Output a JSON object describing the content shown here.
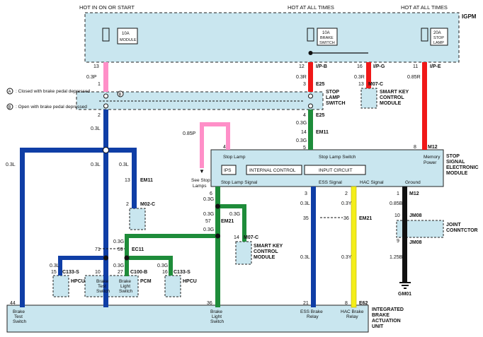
{
  "headers": {
    "hot_in_on": "HOT IN ON OR START",
    "hot_all_1": "HOT AT ALL TIMES",
    "hot_all_2": "HOT AT ALL TIMES"
  },
  "igpm": {
    "name": "IGPM",
    "fuse_module": {
      "amp": "10A",
      "name": "MODULE"
    },
    "fuse_brake": {
      "amp": "10A",
      "name1": "BRAKE",
      "name2": "SWITCH"
    },
    "fuse_stop": {
      "amp": "20A",
      "name1": "STOP",
      "name2": "LAMP"
    },
    "pin13": "13",
    "pin12": "12",
    "conn_ipb": "I/P-B",
    "pin16": "16",
    "conn_ipg": "I/P-G",
    "pin11": "11",
    "conn_ipe": "I/P-E"
  },
  "wires": {
    "w03p": "0.3P",
    "w03r_a": "0.3R",
    "w03r_b": "0.3R",
    "w085r": "0.85R",
    "w03l_1": "0.3L",
    "w03g_1": "0.3G",
    "w03g_2": "0.3G",
    "w085p": "0.85P",
    "w03l_left": "0.3L",
    "w03l_mid": "0.3L",
    "w03l_em11": "0.3L",
    "w03g_6": "0.3G",
    "w03g_7": "0.3G",
    "w03g_8": "0.3G",
    "w03g_9": "0.3G",
    "w03l_esc": "0.3L",
    "w03y_hac": "0.3Y",
    "w085b": "0.85B",
    "w03l_bot1": "0.3L",
    "w03g_bot1": "0.3G",
    "w03g_bot2": "0.3G",
    "w03g_col": "0.3G",
    "w03l_esc2": "0.3L",
    "w03y_hac2": "0.3Y",
    "w125b": "1.25B"
  },
  "stop_switch": {
    "legend_a": "Closed with brake pedal depressed",
    "legend_b": "Open with brake pedal depressed",
    "mark_a": "A",
    "mark_b": "B",
    "name1": "STOP",
    "name2": "LAMP",
    "name3": "SWITCH",
    "pin1": "1",
    "pin2": "2",
    "pin3": "3",
    "pin4": "4",
    "e25_top": "E25",
    "e25_bot": "E25"
  },
  "smart_key_top": {
    "pin": "13",
    "conn": "M07-C",
    "name1": "SMART KEY",
    "name2": "CONTROL",
    "name3": "MODULE"
  },
  "em11": {
    "pin14": "14",
    "conn": "EM11",
    "pin5": "5"
  },
  "sse": {
    "name1": "STOP",
    "name2": "SIGNAL",
    "name3": "ELECTRONIC",
    "name4": "MODULE",
    "pin4": "4",
    "pin8": "8",
    "conn_m12": "M12",
    "stop_lamp": "Stop Lamp",
    "stop_lamp_switch": "Stop Lamp Switch",
    "memory1": "Memory",
    "memory2": "Power",
    "ips": "IPS",
    "internal_control": "INTERNAL CONTROL",
    "input_circuit": "INPUT CIRCUIT",
    "stop_lamp_signal": "Stop Lamp Signal",
    "ess_signal": "ESS Signal",
    "hac_signal": "HAC Signal",
    "ground": "Ground",
    "pin6": "6",
    "pin3": "3",
    "pin2": "2",
    "pin1": "1",
    "conn_m12b": "M12"
  },
  "see_stop": {
    "l1": "See Stop",
    "l2": "Lamps"
  },
  "em11_left": {
    "pin13": "13",
    "conn": "EM11",
    "pin2": "2",
    "conn_m02": "M02-C"
  },
  "em21": {
    "pin57": "57",
    "conn": "EM21",
    "pin35": "35",
    "pin36": "36",
    "conn2": "EM21"
  },
  "smart_key_mid": {
    "pin": "14",
    "conn": "M07-C",
    "name1": "SMART KEY",
    "name2": "CONTROL",
    "name3": "MODULE"
  },
  "ec11": {
    "pin71": "71",
    "pin59": "59",
    "conn": "EC11"
  },
  "jm08": {
    "pin10": "10",
    "conn1": "JM08",
    "pin9": "9",
    "conn2": "JM08",
    "name1": "JOINT",
    "name2": "CONNTCTOR"
  },
  "ground": {
    "name": "GM01"
  },
  "hpcu_left": {
    "pin": "15",
    "conn": "C133-S",
    "name": "HPCU"
  },
  "pcm": {
    "pin10": "10",
    "pin27": "27",
    "conn": "C100-B",
    "name": "PCM",
    "brake_test1": "Brake",
    "brake_test2": "Test",
    "brake_test3": "Switch",
    "brake_light1": "Brake",
    "brake_light2": "Light",
    "brake_light3": "Switch"
  },
  "hpcu_right": {
    "pin": "16",
    "conn": "C133-S",
    "name": "HPCU"
  },
  "ibau": {
    "name1": "INTEGRATED",
    "name2": "BRAKE",
    "name3": "ACTUATION",
    "name4": "UNIT",
    "pin44": "44",
    "pin36": "36",
    "pin21": "21",
    "pin8": "8",
    "conn": "E62",
    "bt1": "Brake",
    "bt2": "Test",
    "bt3": "Switch",
    "bl1": "Brake",
    "bl2": "Light",
    "bl3": "Switch",
    "ess1": "ESS Brake",
    "ess2": "Relay",
    "hac1": "HAC Brake",
    "hac2": "Relay"
  },
  "colors": {
    "box_fill": "#c9e6ef",
    "pink": "#ff8fc8",
    "red": "#f01818",
    "blue": "#0f3ea6",
    "green": "#1e8c3a",
    "yellow": "#f4ee1a",
    "black": "#111111"
  }
}
